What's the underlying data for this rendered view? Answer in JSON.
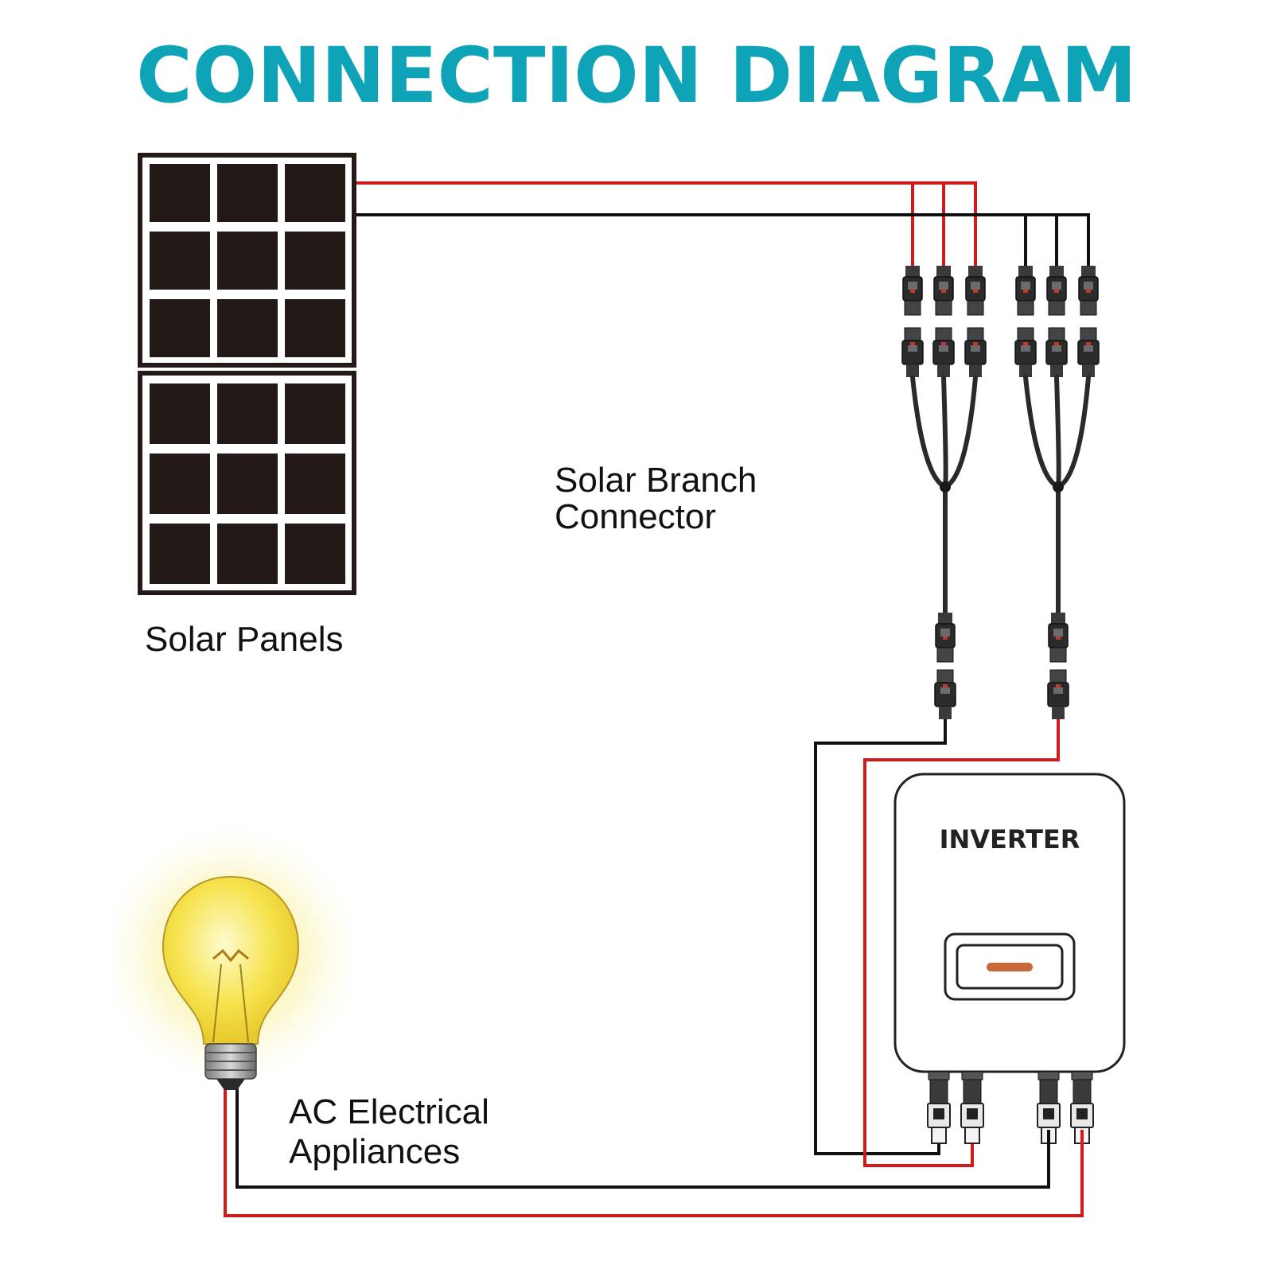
{
  "title": "CONNECTION DIAGRAM",
  "labels": {
    "solar_panels": "Solar Panels",
    "branch_line1": "Solar Branch",
    "branch_line2": "Connector",
    "appliances_line1": "AC Electrical",
    "appliances_line2": "Appliances",
    "inverter": "INVERTER"
  },
  "colors": {
    "title": "#0fa3b8",
    "positive_wire": "#d11a1a",
    "negative_wire": "#111111",
    "panel_cell": "#231a18",
    "inverter_indicator": "#c8693a",
    "bulb_glow": "#f7e86a"
  },
  "icons": {
    "panel": "solar-panel-icon",
    "connector": "mc4-connector-icon",
    "branch": "y-branch-connector-icon",
    "inverter": "inverter-icon",
    "bulb": "light-bulb-icon"
  }
}
